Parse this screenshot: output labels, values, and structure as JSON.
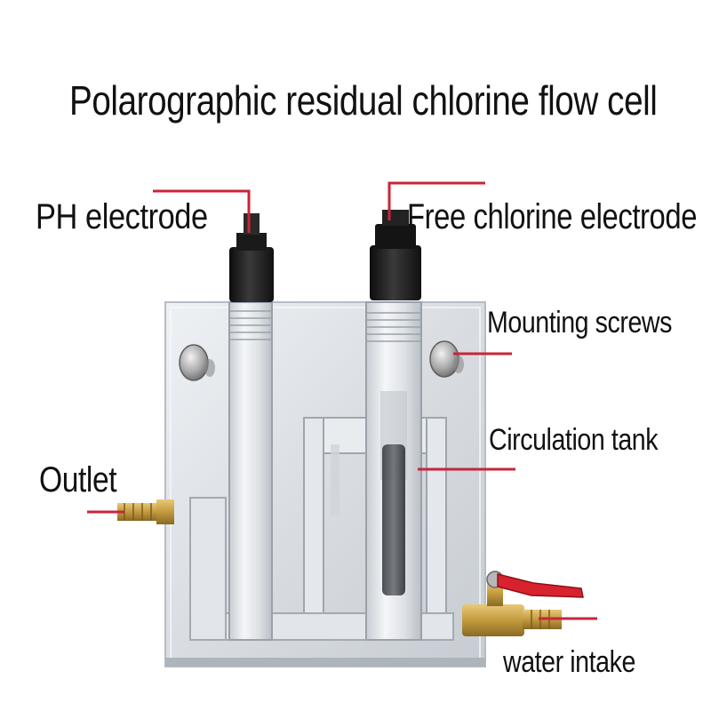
{
  "title": "Polarographic residual chlorine flow cell",
  "labels": {
    "ph_electrode": "PH electrode",
    "free_chlorine_electrode": "Free chlorine electrode",
    "mounting_screws": "Mounting screws",
    "circulation_tank": "Circulation tank",
    "outlet": "Outlet",
    "water_intake": "water intake"
  },
  "colors": {
    "leader_line": "#c8253a",
    "valve_handle": "#d8222e",
    "brass": "#c9a24a",
    "electrode_cap": "#1c1c1c",
    "acrylic": "#e6e9ec"
  }
}
